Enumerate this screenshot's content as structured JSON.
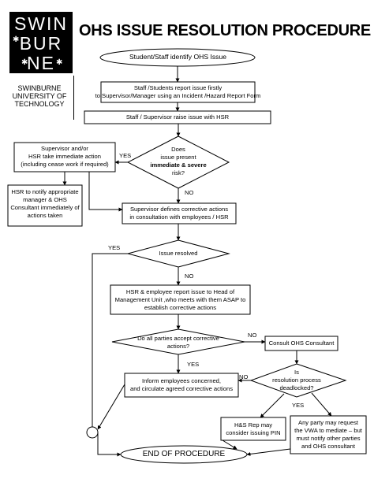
{
  "logo": {
    "line1": "SWIN",
    "line2": "BUR",
    "line3": "NE"
  },
  "university": "SWINBURNE UNIVERSITY OF TECHNOLOGY",
  "title": "OHS ISSUE RESOLUTION PROCEDURE",
  "steps": {
    "identify": "Student/Staff identify OHS Issue",
    "report_1": "Staff /Students report issue firstly",
    "report_2": "to Supervisor/Manager using an Incident /Hazard Report Form",
    "raise_hsr": "Staff / Supervisor raise issue with HSR",
    "supervisor_action_1": "Supervisor and/or",
    "supervisor_action_2": "HSR take immediate action",
    "supervisor_action_3": "(including cease work if required)",
    "q_risk_1": "Does",
    "q_risk_2": "issue present",
    "q_risk_3": "immediate & severe",
    "q_risk_4": "risk?",
    "hsr_notify_1": "HSR to notify appropriate",
    "hsr_notify_2": "manager & OHS",
    "hsr_notify_3": "Consultant immediately of",
    "hsr_notify_4": "actions taken",
    "define_1": "Supervisor defines corrective actions",
    "define_2": "in consultation with employees / HSR",
    "q_resolved": "Issue resolved",
    "head_1": "HSR & employee report issue to Head of",
    "head_2": "Management Unit ,who meets with them ASAP to",
    "head_3": "establish corrective actions",
    "q_accept_1": "Do all parties accept corrective",
    "q_accept_2": "actions?",
    "consult": "Consult OHS Consultant",
    "inform_1": "Inform employees concerned,",
    "inform_2": "and circulate agreed corrective actions",
    "q_deadlock_1": "Is",
    "q_deadlock_2": "resolution process",
    "q_deadlock_3": "deadlocked?",
    "pin_1": "H&S Rep may",
    "pin_2": "consider issuing PIN",
    "vwa_1": "Any party may request",
    "vwa_2": "the VWA to mediate – but",
    "vwa_3": "must notify other parties",
    "vwa_4": "and OHS consultant",
    "end": "END OF PROCEDURE"
  },
  "labels": {
    "yes": "YES",
    "no": "NO"
  }
}
